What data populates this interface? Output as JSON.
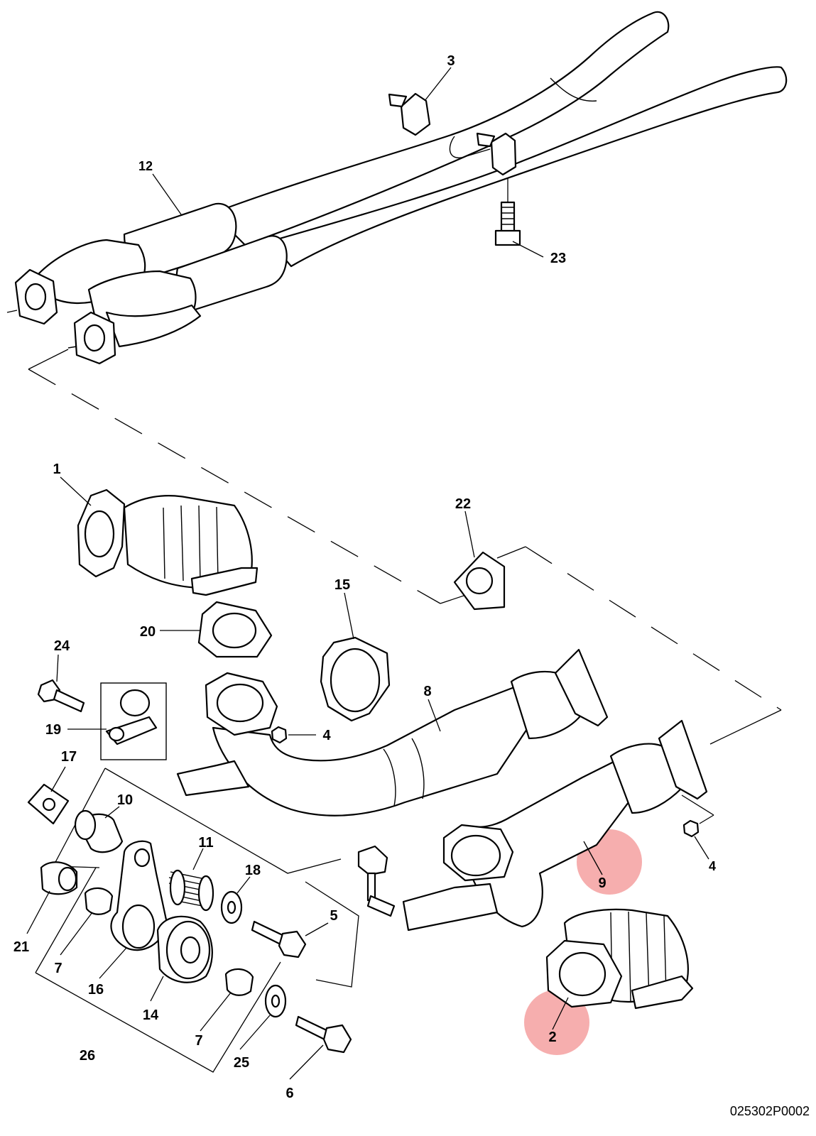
{
  "reference_code": "025302P0002",
  "highlight_color": "#f4a0a0",
  "callouts": [
    {
      "id": "c1",
      "label": "1"
    },
    {
      "id": "c2",
      "label": "2",
      "highlighted": true
    },
    {
      "id": "c3",
      "label": "3"
    },
    {
      "id": "c4a",
      "label": "4"
    },
    {
      "id": "c4b",
      "label": "4"
    },
    {
      "id": "c5",
      "label": "5"
    },
    {
      "id": "c6",
      "label": "6"
    },
    {
      "id": "c7a",
      "label": "7"
    },
    {
      "id": "c7b",
      "label": "7"
    },
    {
      "id": "c8",
      "label": "8"
    },
    {
      "id": "c9",
      "label": "9",
      "highlighted": true
    },
    {
      "id": "c10",
      "label": "10"
    },
    {
      "id": "c11",
      "label": "11"
    },
    {
      "id": "c12",
      "label": "12"
    },
    {
      "id": "c14",
      "label": "14"
    },
    {
      "id": "c15",
      "label": "15"
    },
    {
      "id": "c16",
      "label": "16"
    },
    {
      "id": "c17",
      "label": "17"
    },
    {
      "id": "c18",
      "label": "18"
    },
    {
      "id": "c19",
      "label": "19"
    },
    {
      "id": "c20",
      "label": "20"
    },
    {
      "id": "c21",
      "label": "21"
    },
    {
      "id": "c22",
      "label": "22"
    },
    {
      "id": "c23",
      "label": "23"
    },
    {
      "id": "c24",
      "label": "24"
    },
    {
      "id": "c25",
      "label": "25"
    },
    {
      "id": "c26",
      "label": "26"
    }
  ]
}
